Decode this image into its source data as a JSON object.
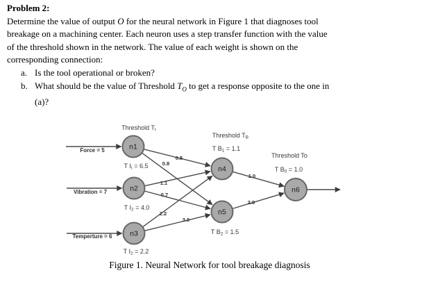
{
  "problem": {
    "title": "Problem 2:",
    "line2": {
      "a": "Determine the value of output ",
      "b": "O",
      "c": " for the neural network in Figure 1 that diagnoses tool"
    },
    "line3": "breakage on a machining center. Each neuron uses a step transfer function with the value",
    "line4": "of the threshold shown in the network. The value of each weight is shown on the",
    "line5": "corresponding connection:",
    "item_a": {
      "marker": "a.",
      "text": "Is the tool operational or broken?"
    },
    "item_b": {
      "marker": "b.",
      "pre": "What should be the value of Threshold ",
      "var": "T",
      "sub": "O",
      "post": " to get a response opposite to the one in",
      "cont": "(a)?"
    }
  },
  "figure": {
    "caption": "Figure 1. Neural Network for tool breakage diagnosis",
    "nodes": {
      "n1": "n1",
      "n2": "n2",
      "n3": "n3",
      "n4": "n4",
      "n5": "n5",
      "n6": "n6"
    },
    "inputs": {
      "force": "Force = 5",
      "vibration": "Vibration = 7",
      "temperature": "Temperture = 6"
    },
    "labels": {
      "threshold_ti": {
        "pre": "Threshold T",
        "sub": "I"
      },
      "ti1": {
        "pre": "T I",
        "sub": "I",
        "post": " = 6.5"
      },
      "threshold_tb": {
        "pre": "Threshold T",
        "sub": "B"
      },
      "tb1": {
        "pre": "T B",
        "sub": "1",
        "post": " = 1.1"
      },
      "threshold_to": {
        "text": "Threshold To"
      },
      "tb0": {
        "pre": "T B",
        "sub": "0",
        "post": " = 1.0"
      },
      "ti2": {
        "pre": "T I",
        "sub": "2",
        "post": " = 4.0"
      },
      "tb2": {
        "pre": "T B",
        "sub": "2",
        "post": " = 1.5"
      },
      "ti3": {
        "pre": "T I",
        "sub": "2",
        "post": " = 2.2"
      }
    },
    "weights": {
      "n1_n4": "0.5",
      "n1_n5": "0.8",
      "n2_n4": "1.1",
      "n2_n5": "0.7",
      "n3_n4": "2.2",
      "n3_n5": "3.0",
      "n4_n6": "1.0",
      "n5_n6": "2.0"
    },
    "colors": {
      "node_fill": "#a9a9a9",
      "node_stroke": "#666666",
      "edge": "#4a4a4a",
      "arrowhead": "#3d3d3d",
      "label_text": "#383838"
    }
  }
}
